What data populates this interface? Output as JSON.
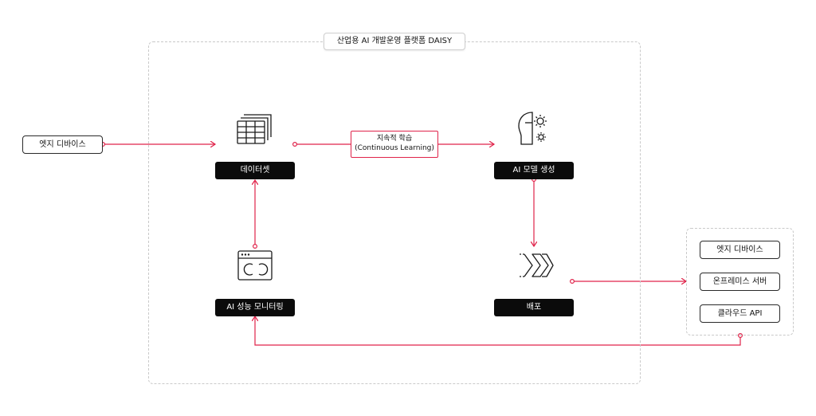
{
  "diagram": {
    "platform_title": "산업용 AI 개발운영 플랫폼 DAISY",
    "edge_device_input": "엣지 디바이스",
    "dataset": "데이터셋",
    "continuous_learning_ko": "지속적 학습",
    "continuous_learning_en": "(Continuous Learning)",
    "model_generation": "AI 모델 생성",
    "monitoring": "AI 성능 모니터링",
    "deployment": "배포",
    "targets": [
      "엣지 디바이스",
      "온프레미스 서버",
      "클라우드 API"
    ]
  },
  "colors": {
    "accent": "#e0234a",
    "dark_node": "#0b0b0b",
    "frame_dash": "#c9c9c9"
  },
  "icons": {
    "dataset": "stacked-table-icon",
    "model": "head-gear-icon",
    "monitoring": "browser-window-icon",
    "deploy": "chevrons-right-icon"
  }
}
